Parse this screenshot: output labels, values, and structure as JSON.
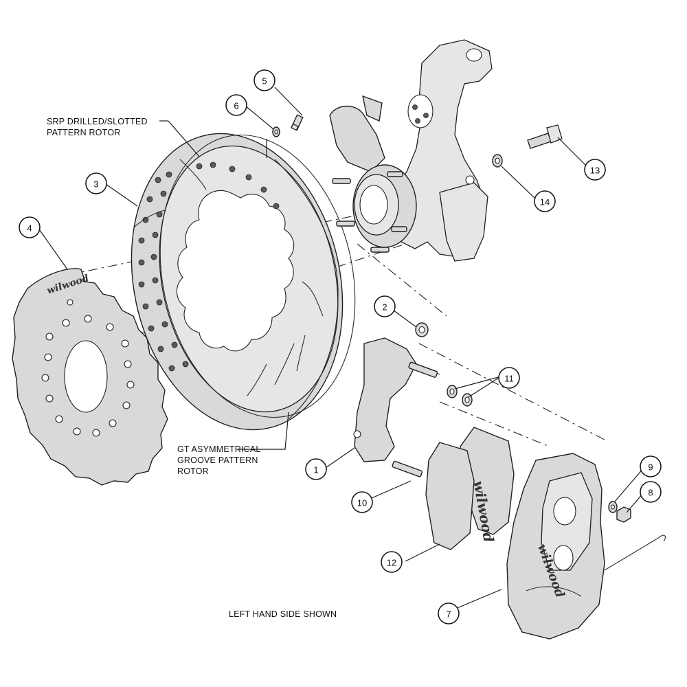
{
  "labels": {
    "srp_line1": "SRP DRILLED/SLOTTED",
    "srp_line2": "PATTERN ROTOR",
    "gt_line1": "GT ASYMMETRICAL",
    "gt_line2": "GROOVE PATTERN",
    "gt_line3": "ROTOR",
    "footer": "LEFT HAND SIDE SHOWN"
  },
  "callouts": [
    {
      "id": "c1",
      "text": "1"
    },
    {
      "id": "c2",
      "text": "2"
    },
    {
      "id": "c3",
      "text": "3"
    },
    {
      "id": "c4",
      "text": "4"
    },
    {
      "id": "c5",
      "text": "5"
    },
    {
      "id": "c6",
      "text": "6"
    },
    {
      "id": "c7",
      "text": "7"
    },
    {
      "id": "c8",
      "text": "8"
    },
    {
      "id": "c9",
      "text": "9"
    },
    {
      "id": "c10",
      "text": "10"
    },
    {
      "id": "c11",
      "text": "11"
    },
    {
      "id": "c12",
      "text": "12"
    },
    {
      "id": "c13",
      "text": "13"
    },
    {
      "id": "c14",
      "text": "14"
    }
  ],
  "logos": {
    "hat_logo": "wilwood",
    "pad_logo": "wilwood",
    "caliper_logo": "wilwood"
  }
}
